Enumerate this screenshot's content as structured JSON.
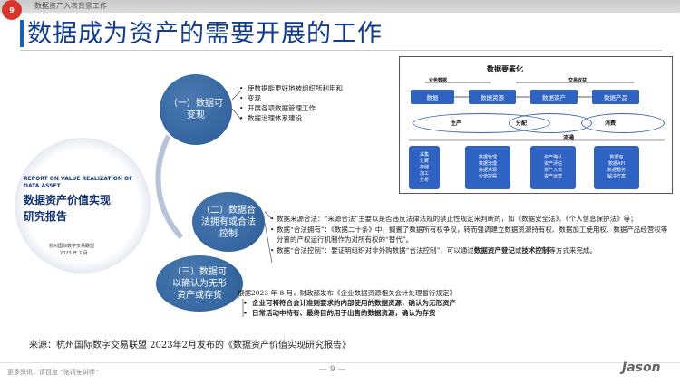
{
  "header": {
    "page_number": "9",
    "breadcrumb": "数据资产入表背景工作",
    "title": "数据成为资产的需要开展的工作"
  },
  "cover": {
    "en_line1": "REPORT ON VALUE REALIZATION OF",
    "en_line2": "DATA ASSET",
    "zh_line1": "数据资产价值实现",
    "zh_line2": "研究报告",
    "publisher": "杭州国际数字交易联盟",
    "date": "2023 年 2 月"
  },
  "bubbles": [
    {
      "label": "（一）数据可变现"
    },
    {
      "label": "（二）数据合法拥有或合法控制"
    },
    {
      "label": "（三）数据可以确认为无形资产或存货"
    }
  ],
  "section1": {
    "items": [
      "使数据能更好地被组织所利用和",
      "变现",
      "开展各项数据管理工作",
      "数据治理体系建设"
    ]
  },
  "section2": {
    "rows": [
      {
        "pre": "数据来源合法：“来源合法”主要以是否违反法律法规的禁止性规定来判断的，如《数据安全法》、《个人信息保护法》等；",
        "bold": "",
        "post": ""
      },
      {
        "pre": "数据“合法拥有”：《数据二十条》中，搁置了数据所有权争议，转而强调建立数据资源持有权、数据加工使用权、数据产品经营权等分置的产权运行机制作为对所有权的“替代”。",
        "bold": "",
        "post": ""
      },
      {
        "pre": "数据“合法控制”：要证明组织对非外购数据“合法控制”，可以通过",
        "bold": "数据资产登记",
        "mid": "或",
        "bold2": "技术控制",
        "post": "等方式来完成。"
      }
    ]
  },
  "section3": {
    "intro": "根据2023 年 8 月，财政部发布《企业数据资源相关会计处理暂行规定》",
    "items": [
      "企业可将符合会计准则要求的内部使用的数据资源，确认为无形资产",
      "日常活动中持有、最终目的用于出售的数据资源，确认为存货"
    ]
  },
  "source": "来源：杭州国际数字交易联盟  2023年2月发布的《数据资产价值实现研究报告》",
  "diagram": {
    "title": "数据要素化",
    "top_labels": [
      "业务数据",
      "交易收益"
    ],
    "row_boxes": [
      "数据",
      "数据资源",
      "数据资产",
      "数据产品"
    ],
    "ovals": [
      "生产",
      "分配",
      "消费",
      "流通"
    ],
    "columns": [
      "采集\n汇聚\n存储\n加工\n分析",
      "数据管理\n数据治理\n数据资源\n价值挖掘",
      "资产确认\n资产评估\n资产入表\n资产运营",
      "数据包\n数据API\n数据服务\n解决方案"
    ]
  },
  "footer": {
    "left": "更多资讯，请百度 “张靖笙讲师”",
    "page": "— 9 —",
    "logo": "Jason"
  }
}
